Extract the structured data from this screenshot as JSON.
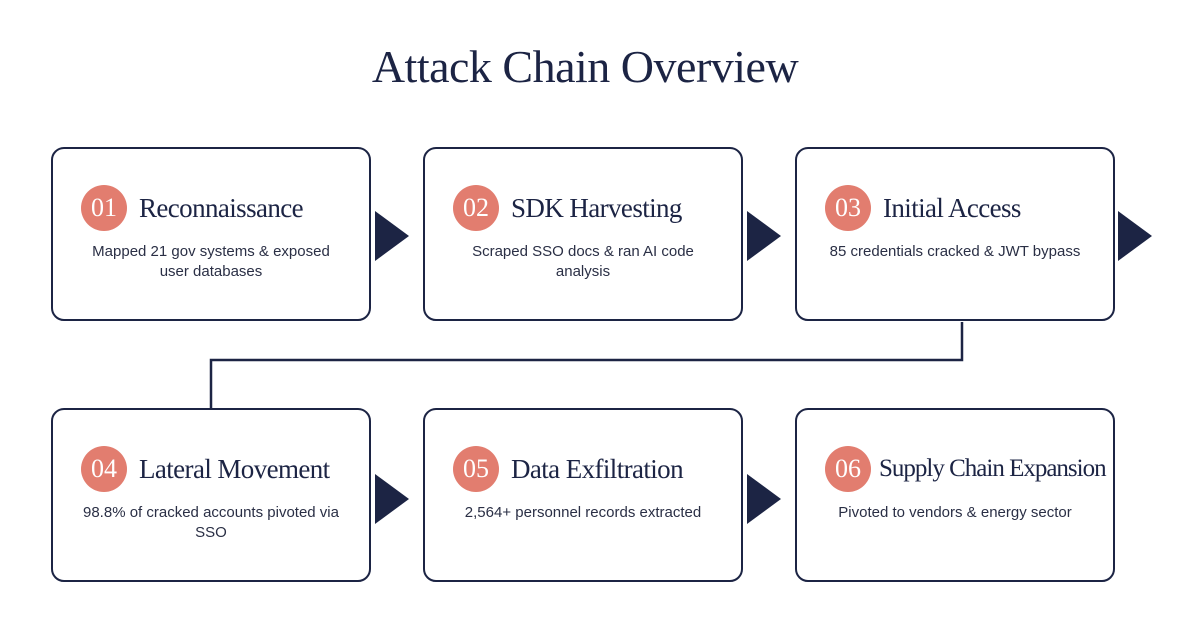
{
  "title": "Attack Chain Overview",
  "colors": {
    "navy": "#1c2444",
    "badge": "#e27d6f",
    "background": "#ffffff"
  },
  "steps": [
    {
      "number": "01",
      "title": "Reconnaissance",
      "description": "Mapped 21 gov systems & exposed user databases"
    },
    {
      "number": "02",
      "title": "SDK Harvesting",
      "description": "Scraped SSO docs & ran AI code analysis"
    },
    {
      "number": "03",
      "title": "Initial Access",
      "description": "85 credentials cracked & JWT bypass"
    },
    {
      "number": "04",
      "title": "Lateral Movement",
      "description": "98.8% of cracked accounts pivoted via SSO"
    },
    {
      "number": "05",
      "title": "Data Exfiltration",
      "description": "2,564+ personnel records extracted"
    },
    {
      "number": "06",
      "title": "Supply Chain Expansion",
      "description": "Pivoted to vendors & energy sector"
    }
  ]
}
